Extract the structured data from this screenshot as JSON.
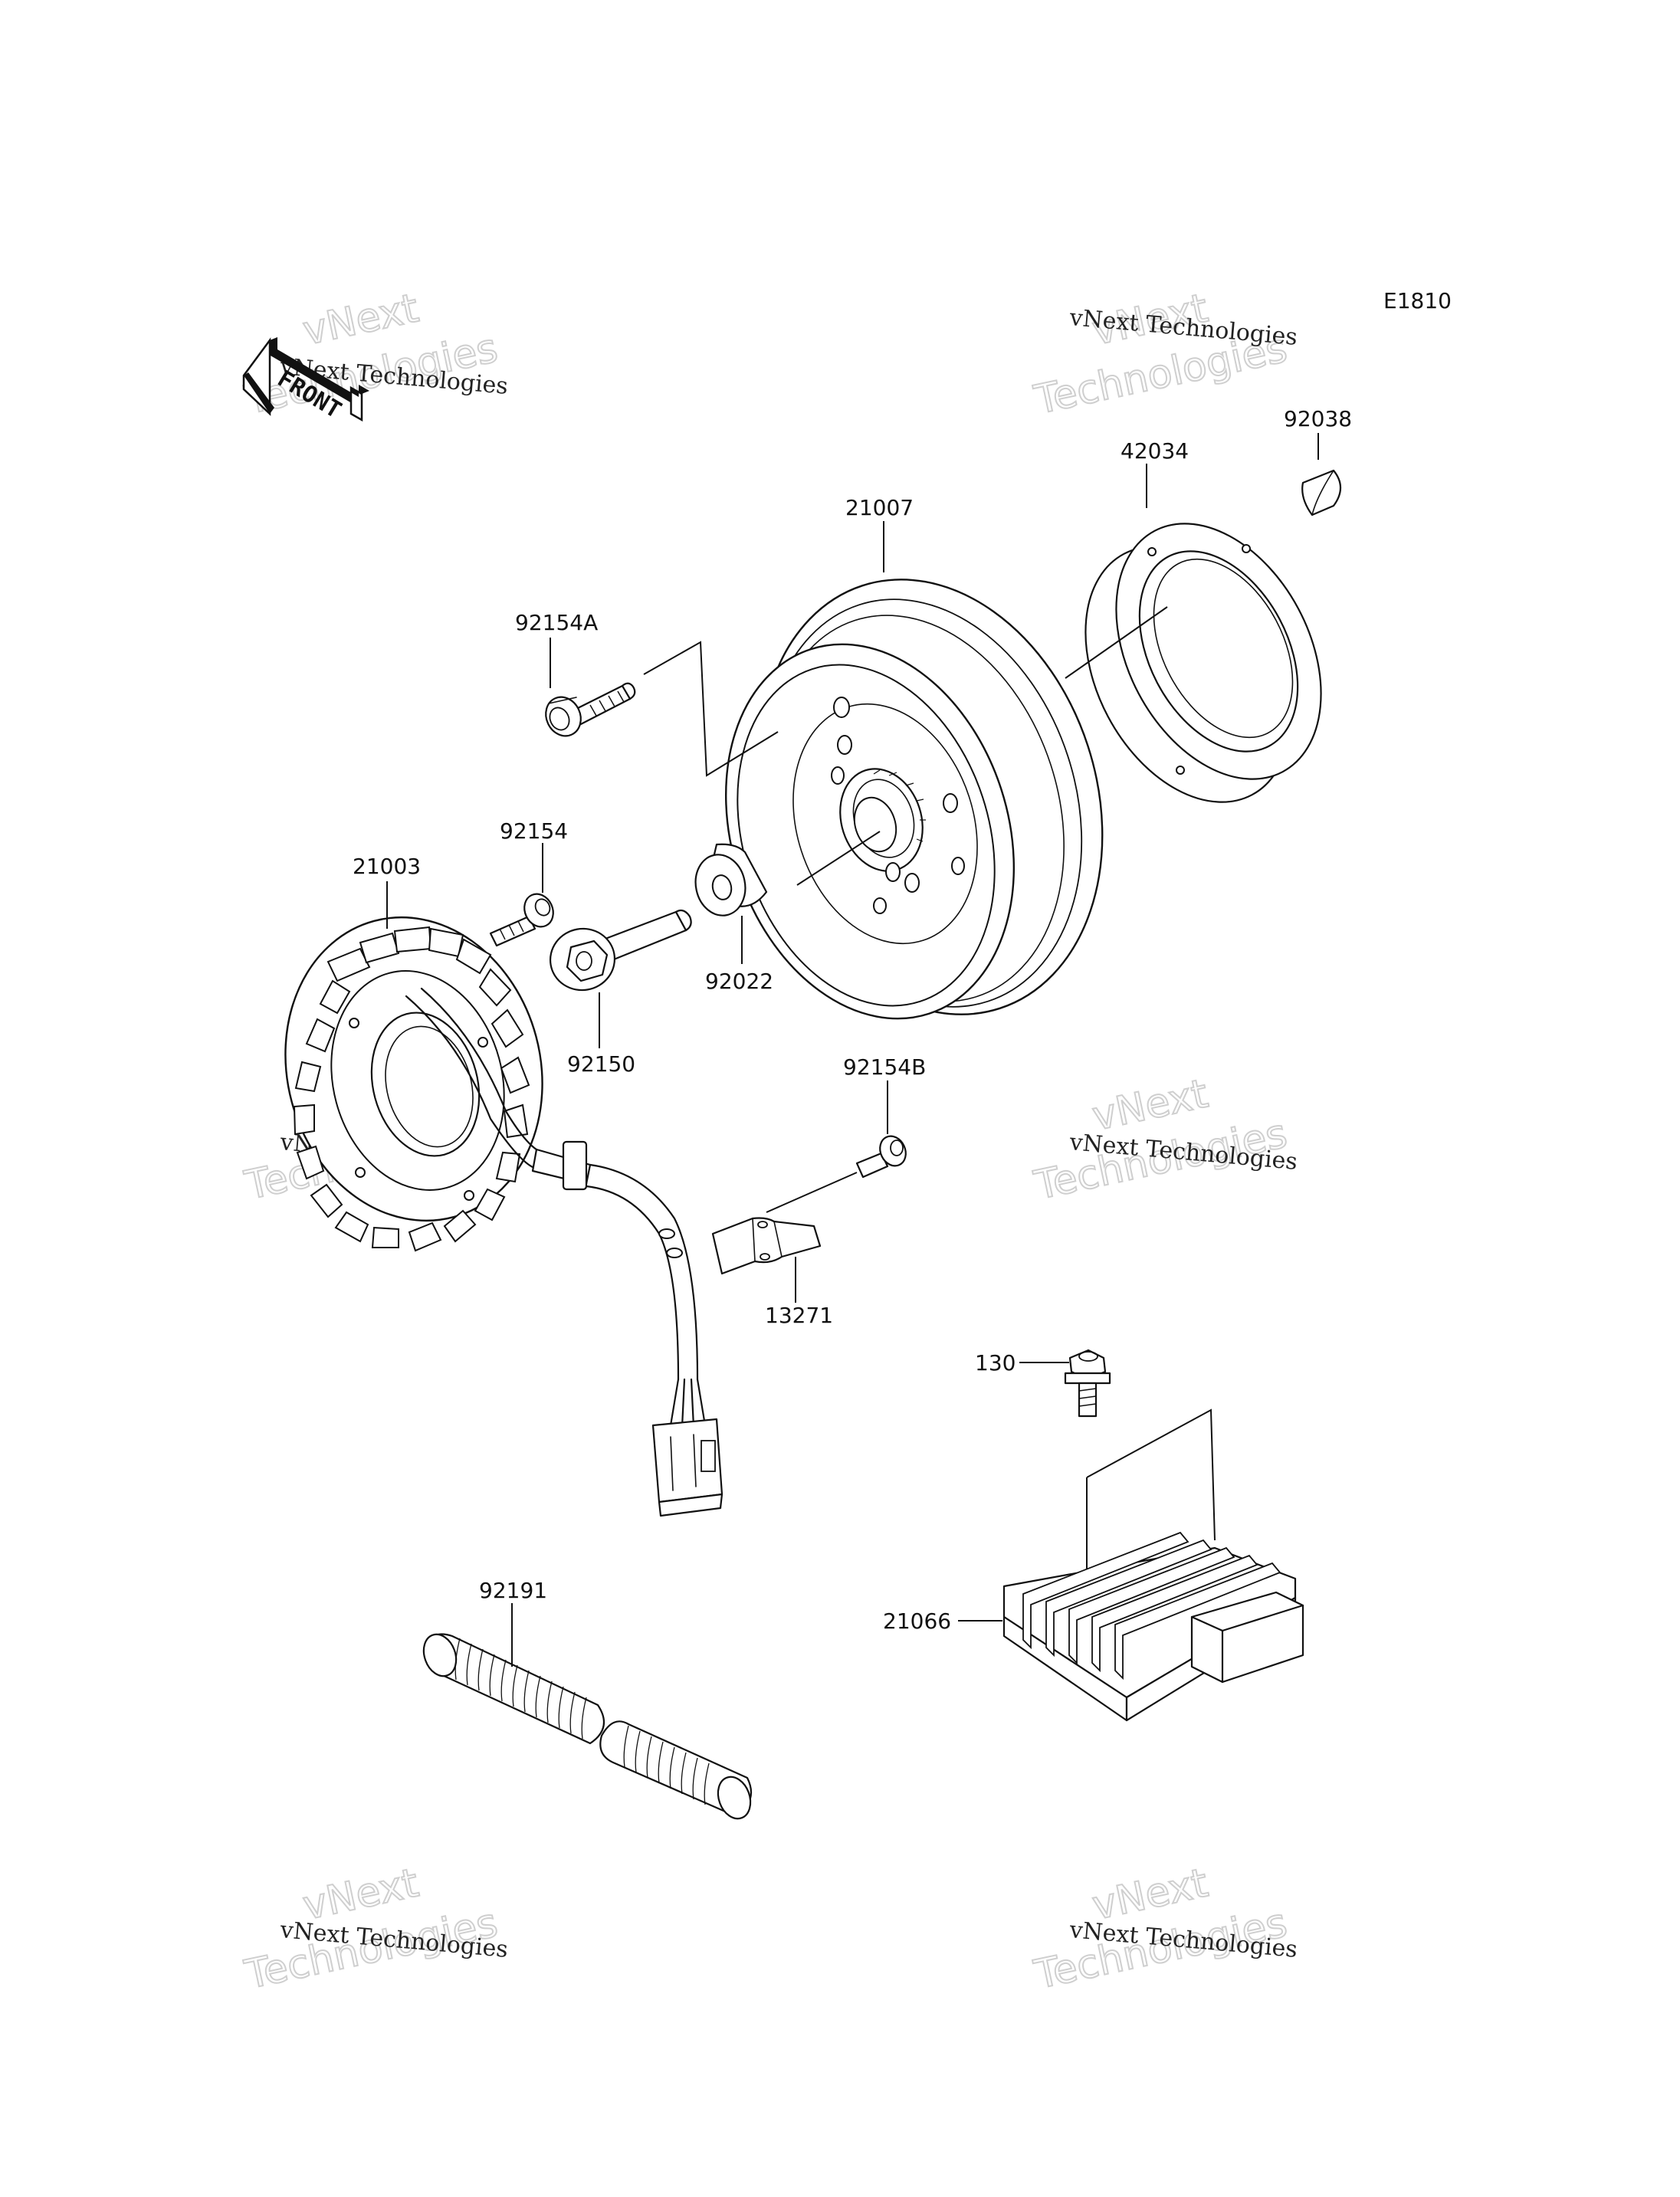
{
  "diagram": {
    "code": "E1810",
    "front_label": "FRONT"
  },
  "watermark": {
    "line1": "vNext Technologies",
    "big_line1": "vNext",
    "big_line2": "Technologies"
  },
  "parts": [
    {
      "id": "p92038",
      "number": "92038"
    },
    {
      "id": "p42034",
      "number": "42034"
    },
    {
      "id": "p21007",
      "number": "21007"
    },
    {
      "id": "p92154A",
      "number": "92154A"
    },
    {
      "id": "p92154",
      "number": "92154"
    },
    {
      "id": "p21003",
      "number": "21003"
    },
    {
      "id": "p92022",
      "number": "92022"
    },
    {
      "id": "p92150",
      "number": "92150"
    },
    {
      "id": "p92154B",
      "number": "92154B"
    },
    {
      "id": "p13271",
      "number": "13271"
    },
    {
      "id": "p130",
      "number": "130"
    },
    {
      "id": "p21066",
      "number": "21066"
    },
    {
      "id": "p92191",
      "number": "92191"
    }
  ]
}
